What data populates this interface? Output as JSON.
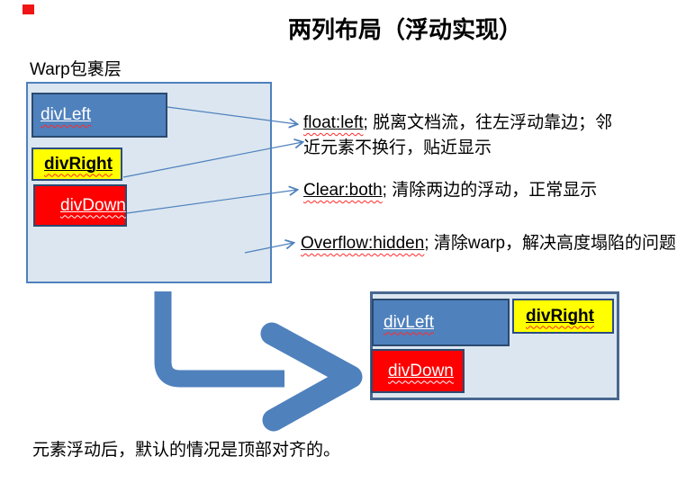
{
  "page": {
    "title": "两列布局（浮动实现）",
    "bottom_note": "元素浮动后，默认的情况是顶部对齐的。"
  },
  "warp": {
    "label": "Warp包裹层"
  },
  "boxes": {
    "divLeft": "divLeft",
    "divRight": "divRight",
    "divDown": "divDown"
  },
  "annotations": [
    {
      "term": "float:left",
      "rest": "; 脱离文档流，往左浮动靠边；邻",
      "line2": "近元素不换行，贴近显示"
    },
    {
      "term": "Clear:both",
      "rest": "; 清除两边的浮动，正常显示"
    },
    {
      "term": "Overflow:hidden",
      "rest": "; 清除warp，解决高度塌陷的问题"
    }
  ],
  "colors": {
    "accent_blue": "#4f81bd",
    "inner_border": "#2b4a70",
    "wrapper_fill": "#dbe6f0",
    "wrapper_border": "#48678f",
    "yellow": "#ffff00",
    "red": "#ff0000",
    "marker_red": "#f01414",
    "squiggle_red": "#ff2a2a"
  }
}
